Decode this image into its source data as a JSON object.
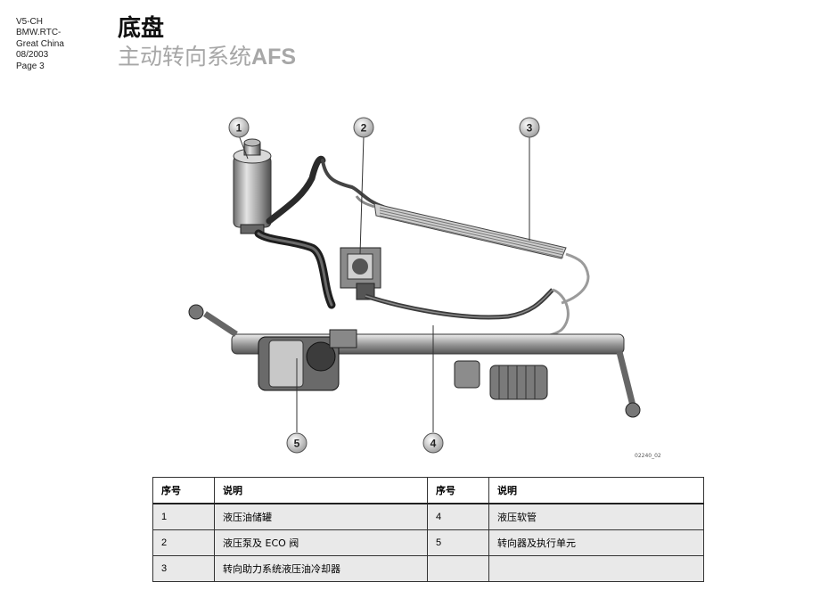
{
  "header": {
    "meta_lines": [
      "V5-CH",
      "BMW.RTC-",
      "Great China",
      "08/2003",
      "Page 3"
    ],
    "title": "底盘",
    "subtitle_cn": "主动转向系统",
    "subtitle_en": "AFS"
  },
  "figure": {
    "callouts": [
      "1",
      "2",
      "3",
      "4",
      "5"
    ],
    "code": "02240_02"
  },
  "legend": {
    "headers": [
      "序号",
      "说明",
      "序号",
      "说明"
    ],
    "rows": [
      {
        "n1": "1",
        "d1": "液压油储罐",
        "n2": "4",
        "d2": "液压软管"
      },
      {
        "n1": "2",
        "d1": "液压泵及 ECO 阀",
        "n2": "5",
        "d2": "转向器及执行单元"
      },
      {
        "n1": "3",
        "d1": "转向助力系统液压油冷却器",
        "n2": "",
        "d2": ""
      }
    ]
  }
}
